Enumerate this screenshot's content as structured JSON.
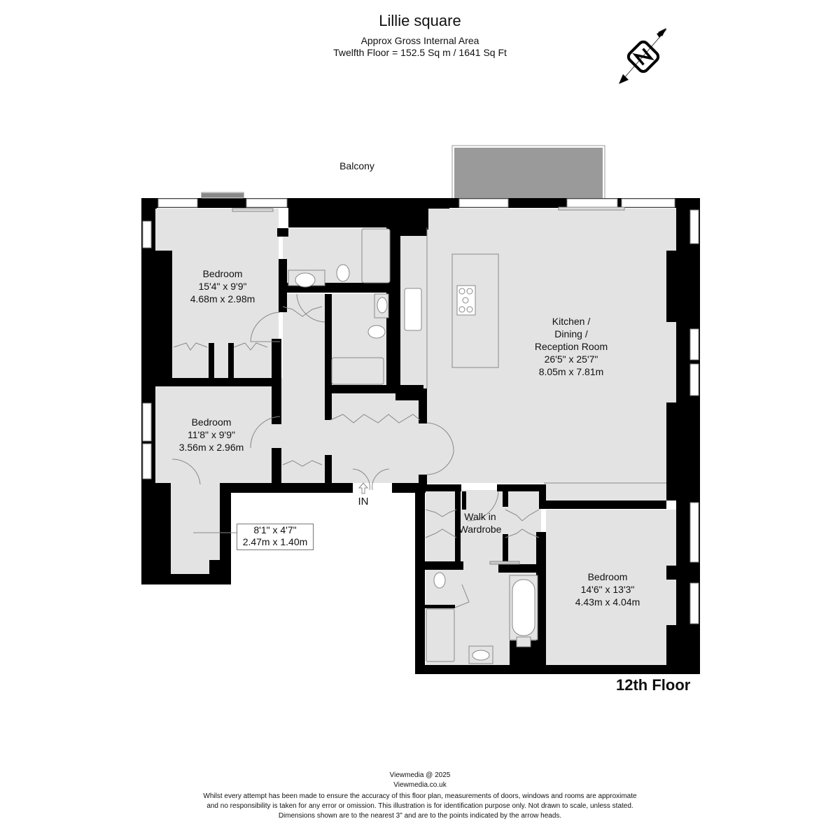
{
  "header": {
    "title": "Lillie square",
    "subtitle": "Approx Gross Internal Area",
    "area": "Twelfth Floor = 152.5 Sq m / 1641 Sq Ft"
  },
  "compass": {
    "icon": "north-arrow-icon",
    "letter": "N"
  },
  "rooms": {
    "balcony": {
      "name": "Balcony"
    },
    "bedroom1": {
      "name": "Bedroom",
      "imperial": "15'4\" x 9'9\"",
      "metric": "4.68m x 2.98m"
    },
    "bedroom2": {
      "name": "Bedroom",
      "imperial": "11'8\" x 9'9\"",
      "metric": "3.56m x 2.96m"
    },
    "kitchen": {
      "name_line1": "Kitchen /",
      "name_line2": "Dining /",
      "name_line3": "Reception Room",
      "imperial": "26'5\" x 25'7\"",
      "metric": "8.05m x 7.81m"
    },
    "walkin": {
      "name_line1": "Walk in",
      "name_line2": "Wardrobe"
    },
    "bedroom3": {
      "name": "Bedroom",
      "imperial": "14'6\" x 13'3\"",
      "metric": "4.43m x 4.04m"
    },
    "store": {
      "imperial": "8'1\" x 4'7\"",
      "metric": "2.47m x 1.40m"
    }
  },
  "entrance": {
    "label": "IN"
  },
  "floor_label": "12th Floor",
  "colors": {
    "wall": "#000000",
    "floor": "#e3e3e3",
    "balcony": "#9a9a9a",
    "fixture": "#888888"
  },
  "footer": {
    "copyright": "Viewmedia @ 2025",
    "website": "Viewmedia.co.uk",
    "line1": "Whilst every attempt has been made to ensure the accuracy of this floor plan, measurements of doors, windows and rooms are approximate",
    "line2": "and no responsibility is taken for any error or omission. This illustration is for identification purpose only.  Not drawn to scale, unless stated.",
    "line3": "Dimensions shown are to the nearest 3\" and are to the points indicated by the arrow heads."
  }
}
